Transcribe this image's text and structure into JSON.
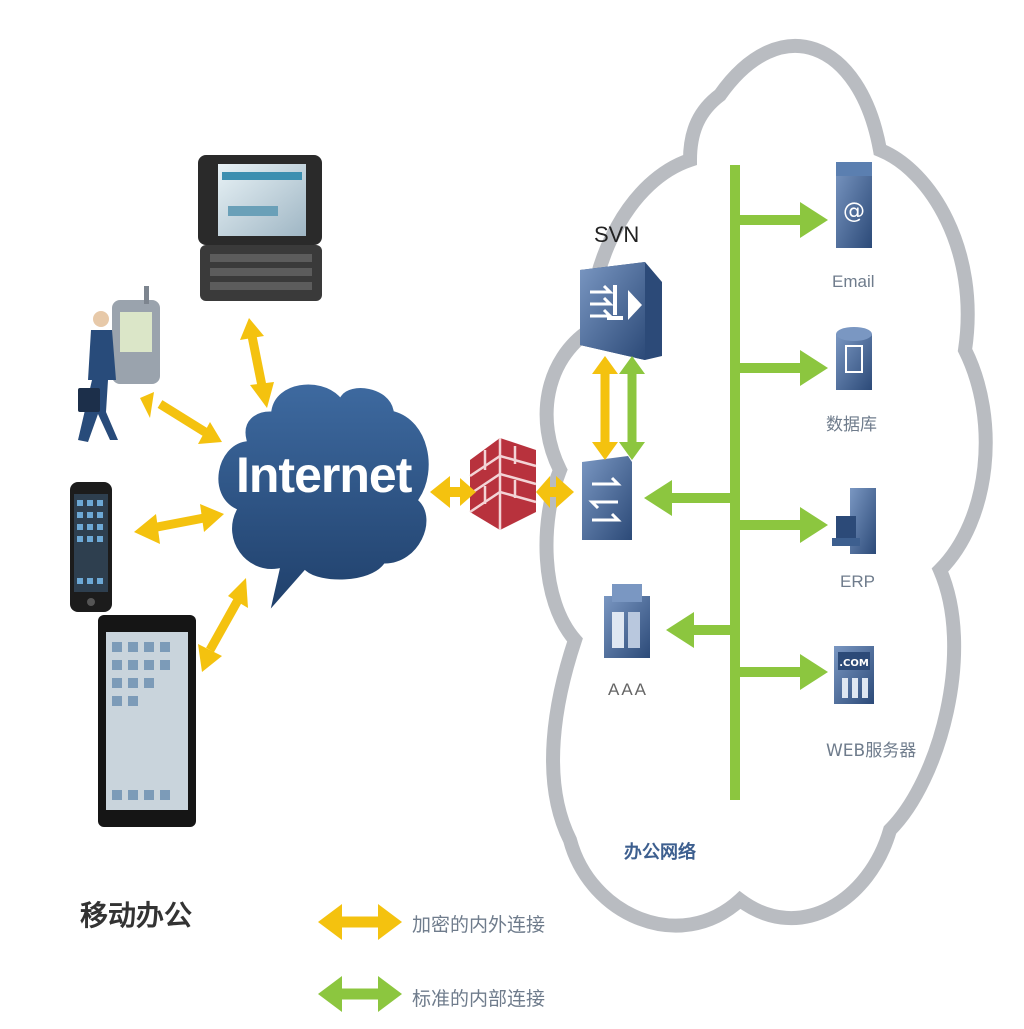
{
  "internet_label": "Internet",
  "svn_label": "SVN",
  "aaa_label": "AAA",
  "office_network_label": "办公网络",
  "mobile_office_label": "移动办公",
  "servers": {
    "email": "Email",
    "database": "数据库",
    "erp": "ERP",
    "web": "WEB服务器",
    "web_screen_text": ".COM",
    "email_glyph": "@"
  },
  "legend": {
    "encrypted": "加密的内外连接",
    "standard": "标准的内部连接"
  },
  "colors": {
    "encrypted_arrow": "#f4c20f",
    "standard_arrow": "#8cc63f",
    "internet_cloud": "#2c4f7c",
    "office_cloud_outline": "#b9bcc1",
    "firewall_brick": "#b8323d",
    "device_blue": "#3d5f8f"
  }
}
